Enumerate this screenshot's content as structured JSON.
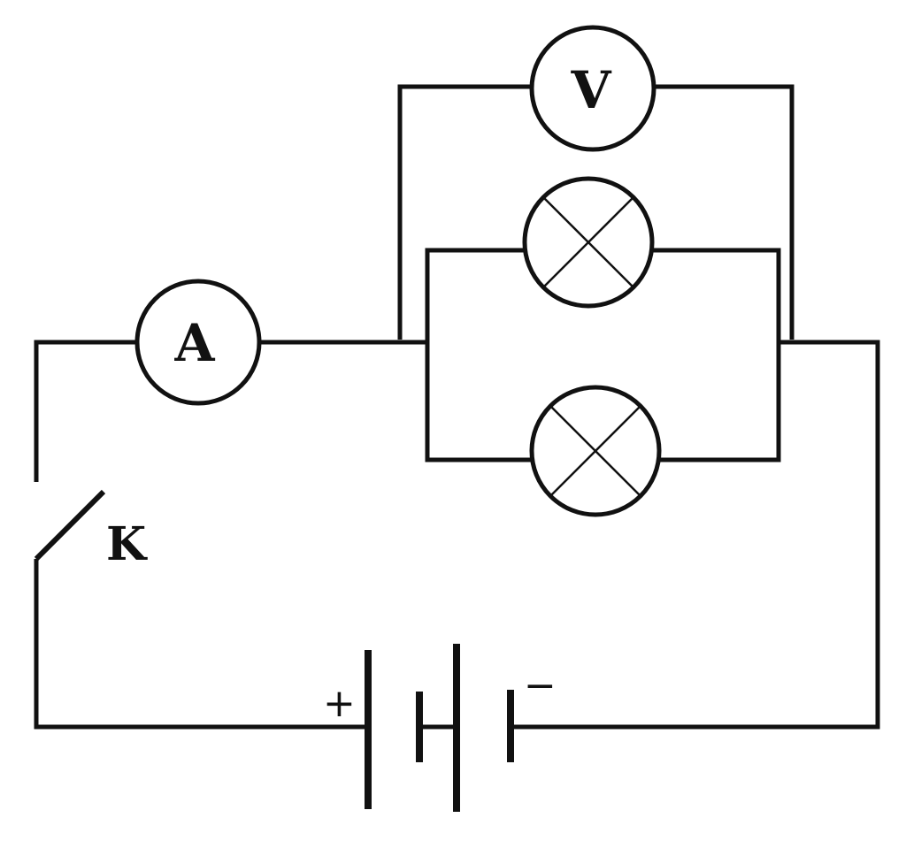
{
  "diagram": {
    "ammeter": {
      "label": "A",
      "icon": "ammeter-icon"
    },
    "voltmeter": {
      "label": "V",
      "icon": "voltmeter-icon"
    },
    "switch": {
      "label": "K",
      "icon": "switch-icon",
      "state": "open"
    },
    "battery": {
      "positive_sign": "+",
      "negative_sign": "−",
      "icon": "battery-icon",
      "cells": 2
    },
    "lamps": [
      {
        "icon": "lamp-icon"
      },
      {
        "icon": "lamp-icon"
      }
    ]
  }
}
